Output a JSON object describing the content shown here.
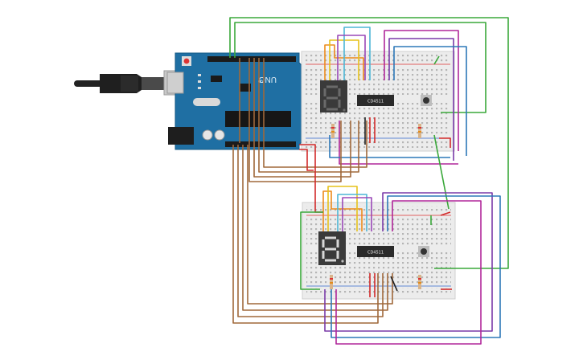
{
  "board": {
    "brand_label": "UNO",
    "logo_symbol": "∞"
  },
  "chips": {
    "top_label": "CD4511",
    "bottom_label": "CD4511"
  },
  "colors": {
    "board_blue": "#1f6fa3",
    "breadboard": "#eeeeee",
    "wire_green": "#3aa83a",
    "wire_magenta": "#b0279a",
    "wire_purple": "#7a3aa8",
    "wire_blue": "#2d78b8",
    "wire_brown": "#a0683a",
    "wire_red": "#d22b2b",
    "wire_yellow": "#e6c21a",
    "wire_orange": "#ec8a1a",
    "wire_cyan": "#4db6d6"
  },
  "icons": {
    "usb": "usb-cable-icon",
    "reset": "reset-button-icon",
    "pushbutton": "tactile-pushbutton-icon"
  }
}
